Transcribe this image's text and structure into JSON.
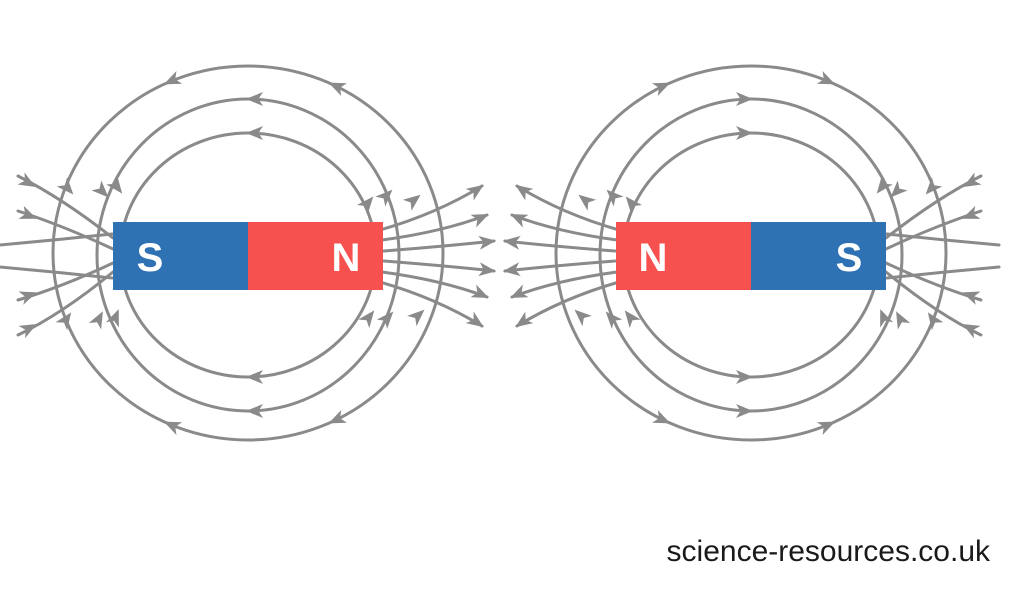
{
  "watermark": {
    "text": "science-resources.co.uk"
  },
  "diagram": {
    "background_color": "#ffffff",
    "field_line_color": "#8a8a8a",
    "north_pole_color": "#f6514f",
    "south_pole_color": "#2e72b4",
    "pole_label_color": "#ffffff",
    "magnets": [
      {
        "name": "left-magnet",
        "poles": [
          {
            "type": "south",
            "label": "S"
          },
          {
            "type": "north",
            "label": "N"
          }
        ]
      },
      {
        "name": "right-magnet",
        "poles": [
          {
            "type": "north",
            "label": "N"
          },
          {
            "type": "south",
            "label": "S"
          }
        ]
      }
    ]
  }
}
